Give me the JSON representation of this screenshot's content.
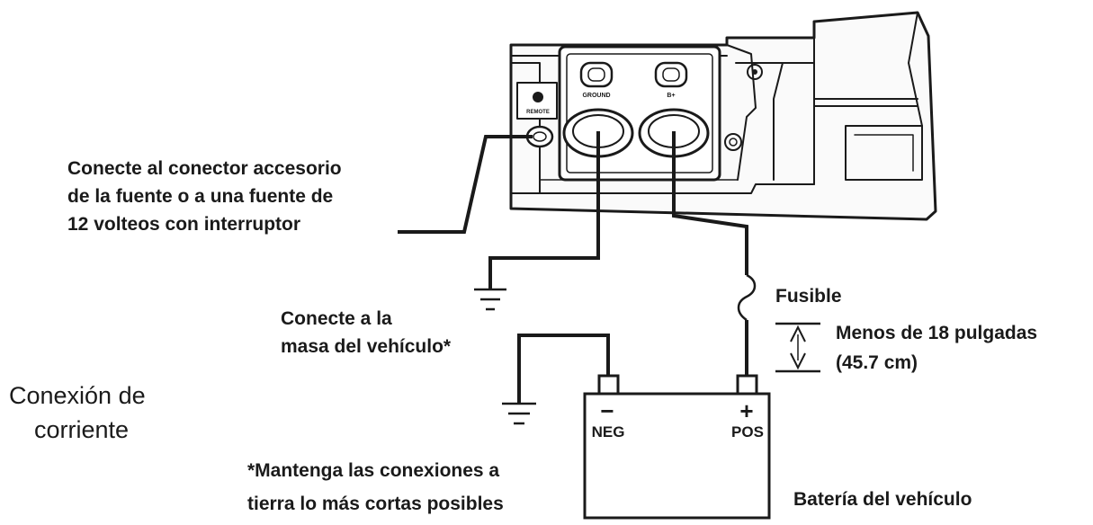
{
  "unit": {
    "remote_label": "REMOTE",
    "ground_label": "GROUND",
    "bplus_label": "B+"
  },
  "labels": {
    "remote_line1": "Conecte al conector accesorio",
    "remote_line2": "de la fuente o a una fuente de",
    "remote_line3": "12 volteos con interruptor",
    "fuse": "Fusible",
    "distance_line1": "Menos de 18 pulgadas",
    "distance_line2": "(45.7 cm)",
    "ground_line1": "Conecte a la",
    "ground_line2": "masa del vehículo*",
    "title_line1": "Conexión de",
    "title_line2": "corriente",
    "note_line1": "*Mantenga las conexiones a",
    "note_line2": "tierra lo más cortas posibles",
    "battery": "Batería del vehículo"
  },
  "battery": {
    "neg_sign": "−",
    "neg_label": "NEG",
    "pos_sign": "+",
    "pos_label": "POS"
  }
}
